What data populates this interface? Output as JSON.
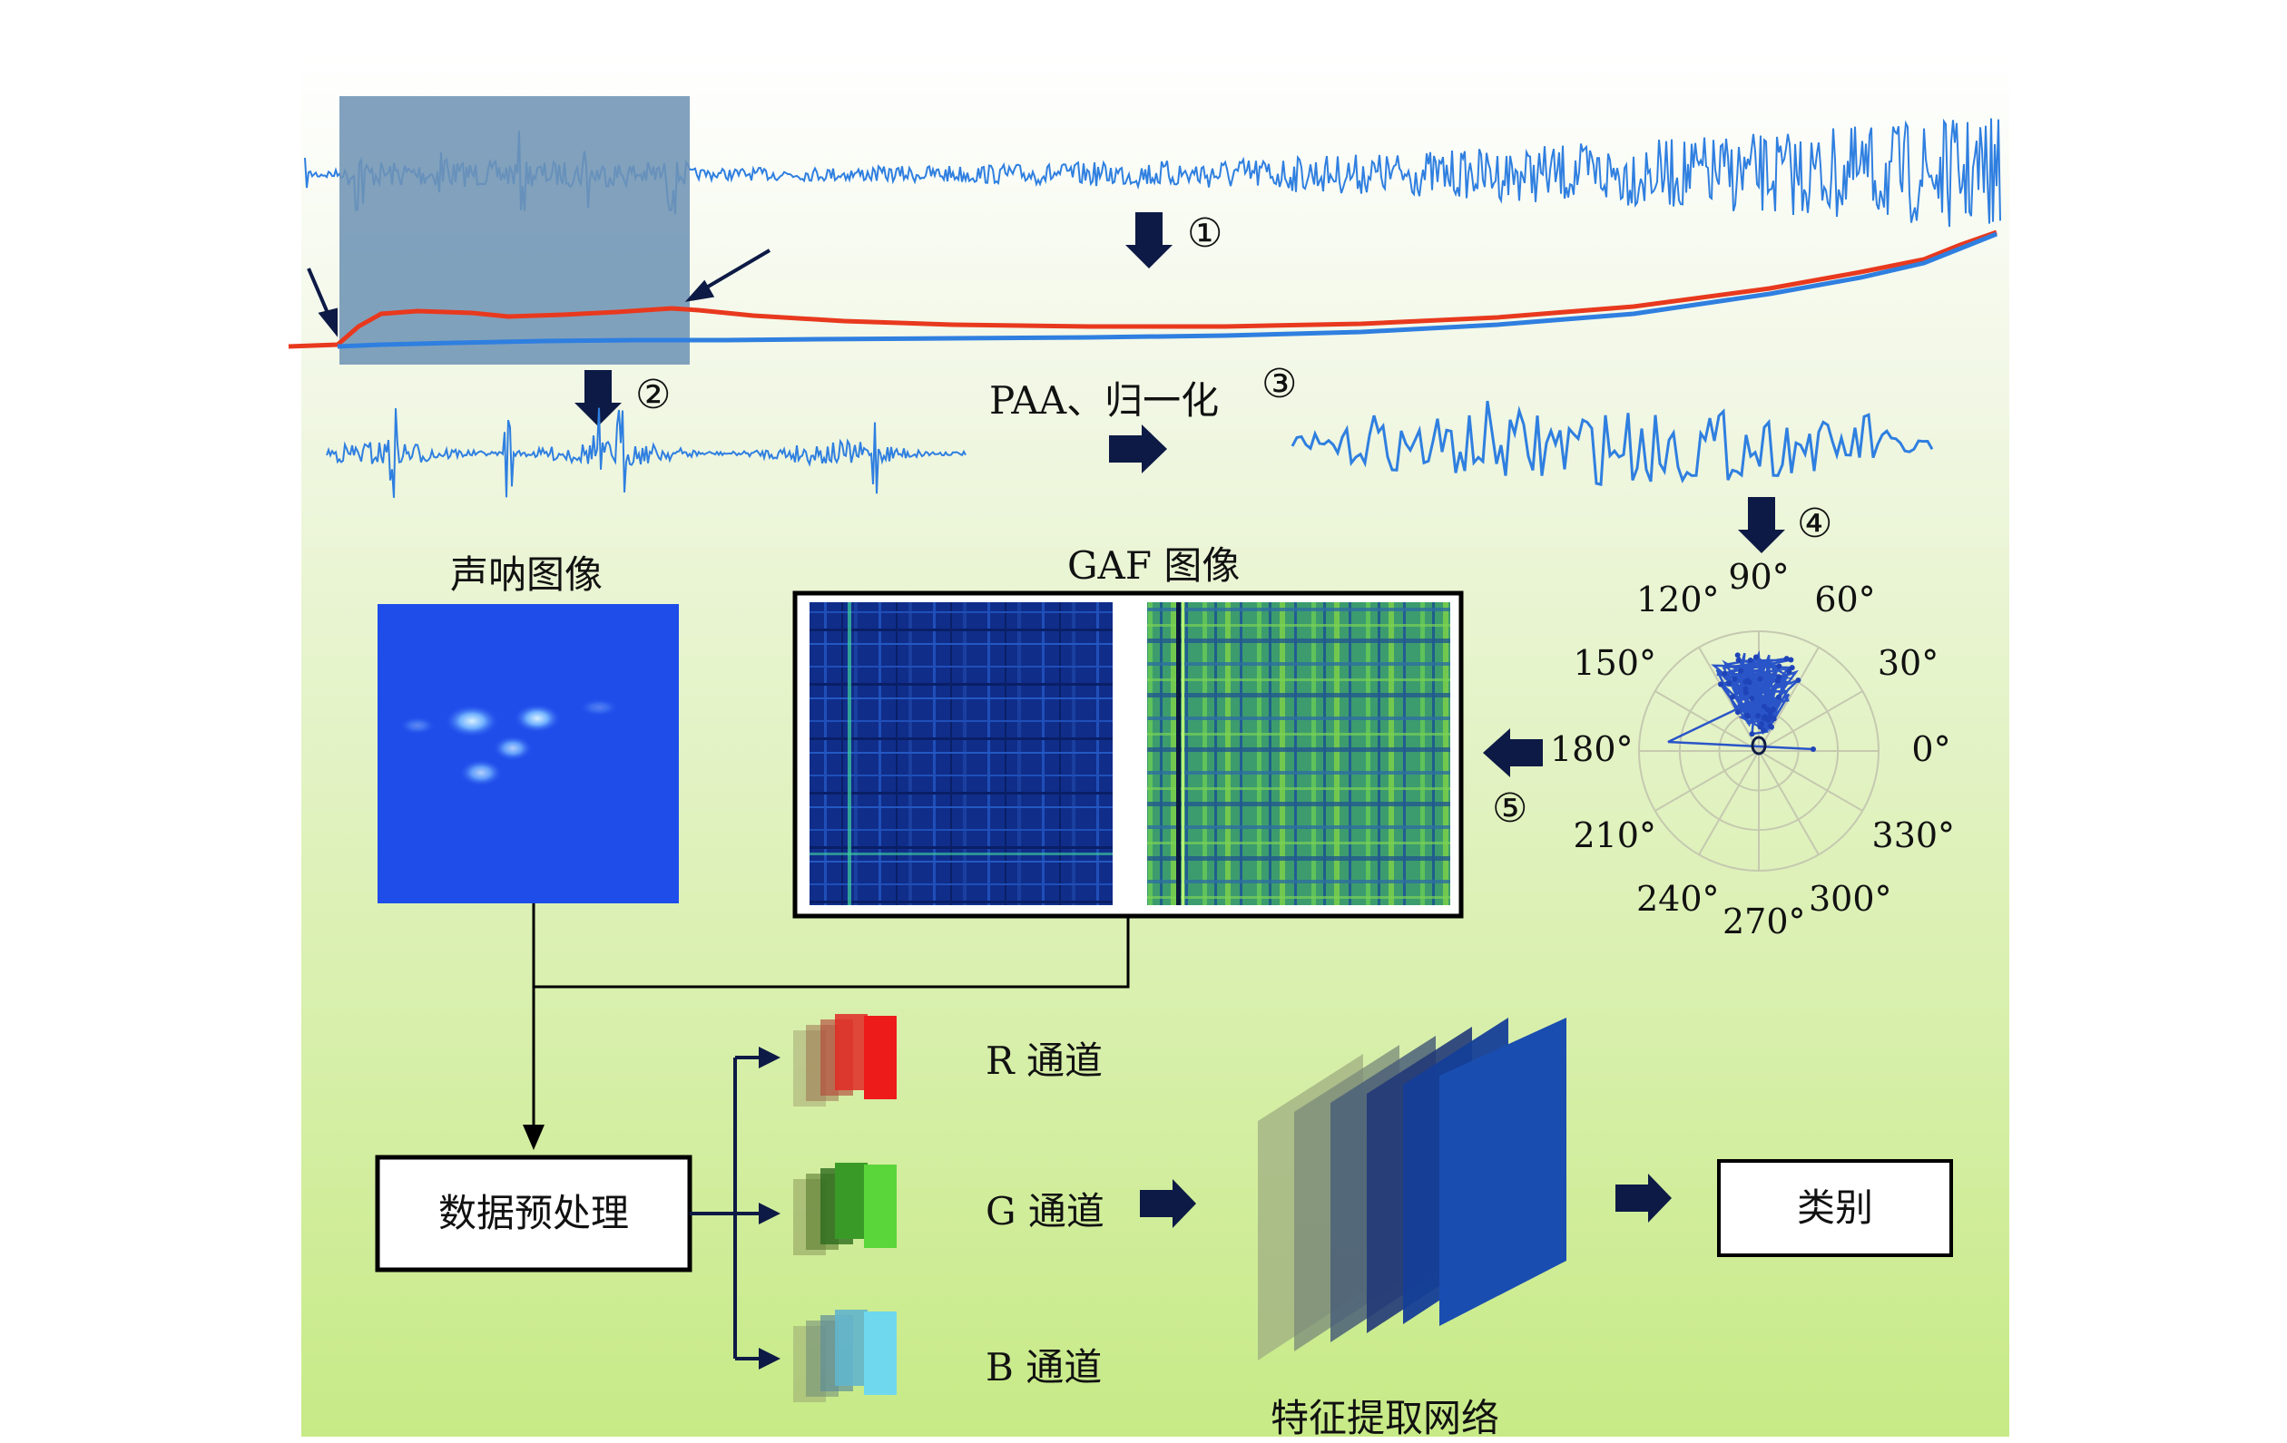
{
  "steps": {
    "s1": "①",
    "s2": "②",
    "s3": "③",
    "s4": "④",
    "s5": "⑤",
    "paa_label": "PAA、归一化"
  },
  "images": {
    "acoustic_title": "声呐图像",
    "gaf_title": "GAF 图像"
  },
  "polar": {
    "angle_labels": [
      "0°",
      "30°",
      "60°",
      "90°",
      "120°",
      "150°",
      "180°",
      "210°",
      "240°",
      "270°",
      "300°",
      "330°"
    ]
  },
  "pipeline": {
    "preprocess": "数据预处理",
    "channel_r": "R 通道",
    "channel_g": "G 通道",
    "channel_b": "B 通道",
    "feature_net": "特征提取网络",
    "class_box": "类别"
  },
  "colors": {
    "signal_blue": "#2f7fe0",
    "curve_red": "#e8391e",
    "arrow_navy": "#0d1a45",
    "bg_top": "#ffffff",
    "bg_bottom": "#c9eb8a",
    "highlight_box": "#6f94b5"
  }
}
